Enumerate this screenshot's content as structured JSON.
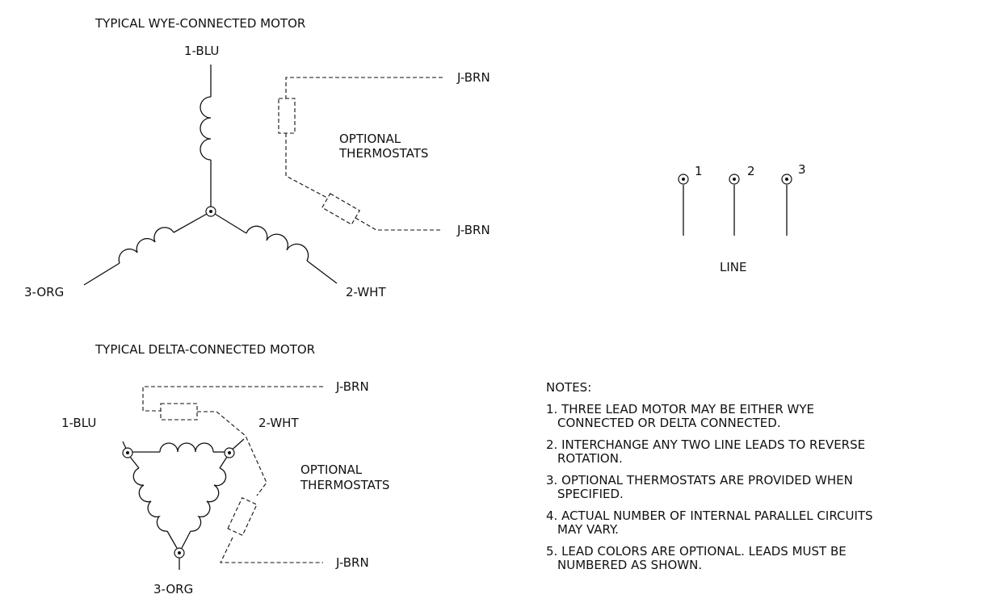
{
  "wye": {
    "title": "TYPICAL WYE-CONNECTED MOTOR",
    "lead1": "1-BLU",
    "lead2": "2-WHT",
    "lead3": "3-ORG",
    "thermo_top": "J-BRN",
    "thermo_bottom": "J-BRN",
    "thermo_label_1": "OPTIONAL",
    "thermo_label_2": "THERMOSTATS"
  },
  "delta": {
    "title": "TYPICAL DELTA-CONNECTED MOTOR",
    "lead1": "1-BLU",
    "lead2": "2-WHT",
    "lead3": "3-ORG",
    "thermo_top": "J-BRN",
    "thermo_bottom": "J-BRN",
    "thermo_label_1": "OPTIONAL",
    "thermo_label_2": "THERMOSTATS"
  },
  "line": {
    "label": "LINE",
    "terminals": [
      "1",
      "2",
      "3"
    ]
  },
  "notes": {
    "heading": "NOTES:",
    "items": [
      {
        "line1": "1. THREE LEAD MOTOR MAY BE EITHER WYE",
        "line2": "CONNECTED OR DELTA CONNECTED."
      },
      {
        "line1": "2. INTERCHANGE ANY TWO LINE LEADS TO REVERSE",
        "line2": "ROTATION."
      },
      {
        "line1": "3. OPTIONAL THERMOSTATS ARE PROVIDED WHEN",
        "line2": "SPECIFIED."
      },
      {
        "line1": "4. ACTUAL NUMBER OF INTERNAL PARALLEL CIRCUITS",
        "line2": "MAY VARY."
      },
      {
        "line1": "5. LEAD COLORS ARE OPTIONAL.  LEADS MUST BE",
        "line2": "NUMBERED AS SHOWN."
      }
    ]
  }
}
